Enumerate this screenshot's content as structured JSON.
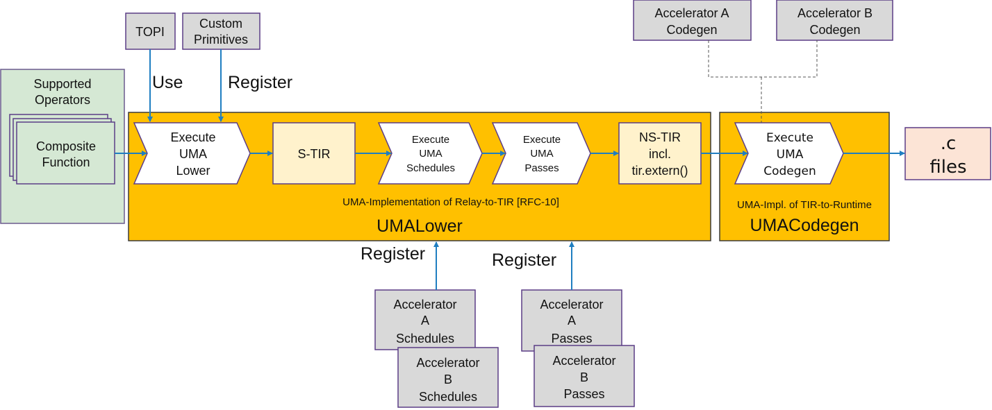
{
  "colors": {
    "container": "#FFC000",
    "container_border": "#3a3a3a",
    "gray_box": "#D9D9D9",
    "box_border": "#5B3D86",
    "green": "#D5E8D4",
    "tir_box": "#FFF2CC",
    "output_box": "#FCE4D6",
    "arrow": "#1F7EC1",
    "dashed": "#555555",
    "step_fill": "#FFFFFF"
  },
  "inputs": {
    "topi": "TOPI",
    "custom_primitives": [
      "Custom",
      "Primitives"
    ],
    "use_label": "Use",
    "register_label": "Register"
  },
  "supported_operators": {
    "title": [
      "Supported",
      "Operators"
    ],
    "composite": [
      "Composite",
      "Function"
    ]
  },
  "uma_lower": {
    "caption": "UMA-Implementation of Relay-to-TIR  [RFC-10]",
    "title": "UMALower",
    "steps": {
      "lower": [
        "Execute",
        "UMA",
        "Lower"
      ],
      "s_tir": "S-TIR",
      "schedules": [
        "Execute",
        "UMA",
        "Schedules"
      ],
      "passes": [
        "Execute",
        "UMA",
        "Passes"
      ],
      "ns_tir": [
        "NS-TIR",
        "incl.",
        "tir.extern()"
      ]
    }
  },
  "uma_codegen": {
    "caption": "UMA-Impl. of TIR-to-Runtime",
    "title": "UMACodegen",
    "step": [
      "Execute",
      "UMA",
      "Codegen"
    ]
  },
  "output": [
    ".c",
    "files"
  ],
  "accelerators_top": {
    "a": [
      "Accelerator A",
      "Codegen"
    ],
    "b": [
      "Accelerator B",
      "Codegen"
    ]
  },
  "accelerators_bottom": {
    "register_left": "Register",
    "register_right": "Register",
    "schedules_a": [
      "Accelerator",
      "A",
      "Schedules"
    ],
    "schedules_b": [
      "Accelerator",
      "B",
      "Schedules"
    ],
    "passes_a": [
      "Accelerator",
      "A",
      "Passes"
    ],
    "passes_b": [
      "Accelerator",
      "B",
      "Passes"
    ]
  }
}
